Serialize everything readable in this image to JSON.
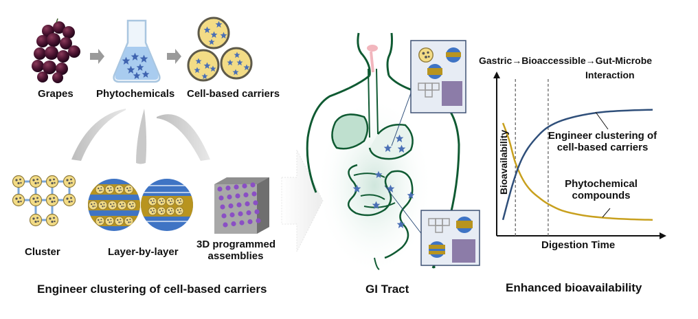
{
  "left_panel": {
    "top_labels": [
      "Grapes",
      "Phytochemicals",
      "Cell-based carriers"
    ],
    "bottom_labels": [
      "Cluster",
      "Layer-by-layer",
      "3D programmed assemblies"
    ],
    "bottom_label_lines": [
      "3D programmed",
      "assemblies"
    ],
    "caption": "Engineer clustering of cell-based carriers"
  },
  "middle_panel": {
    "caption": "GI Tract"
  },
  "right_panel": {
    "caption": "Enhanced bioavailability",
    "stage_header": "Gastric→Bioaccessible→Gut-Microbe",
    "stage_header_parts": [
      "Gastric",
      "Bioaccessible",
      "Gut-Microbe"
    ],
    "stage_header_line2": "Interaction",
    "annotation_carriers": [
      "Engineer clustering of",
      "cell-based carriers"
    ],
    "annotation_phyto": [
      "Phytochemical",
      "compounds"
    ]
  },
  "colors": {
    "carrier_curve": "#2f4f7a",
    "phyto_curve": "#c8a01e",
    "star": "#4a6fb5",
    "carrier_fill": "#f3dc86",
    "layer_blue": "#3f74c4",
    "layer_gold": "#b8941f",
    "gi_green": "#0f5a32",
    "cube_purple": "#8a4fc4"
  },
  "chart_data": {
    "type": "line",
    "title": "Gastric→Bioaccessible→Gut-Microbe Interaction",
    "xlabel": "Digestion Time",
    "ylabel": "Bioavailability",
    "x_ticks": [],
    "y_ticks": [],
    "grid": false,
    "stage_dividers_x": [
      0.12,
      0.33
    ],
    "stages": [
      "Gastric",
      "Bioaccessible",
      "Gut-Microbe Interaction"
    ],
    "xlim": [
      0,
      1
    ],
    "ylim": [
      0,
      1
    ],
    "series": [
      {
        "name": "Engineer clustering of cell-based carriers",
        "x": [
          0.04,
          0.1,
          0.15,
          0.2,
          0.27,
          0.33,
          0.42,
          0.55,
          0.7,
          0.85,
          1.0
        ],
        "y": [
          0.12,
          0.38,
          0.55,
          0.66,
          0.76,
          0.82,
          0.87,
          0.91,
          0.935,
          0.945,
          0.95
        ]
      },
      {
        "name": "Phytochemical compounds",
        "x": [
          0.04,
          0.08,
          0.12,
          0.17,
          0.22,
          0.28,
          0.33,
          0.42,
          0.55,
          0.7,
          0.85,
          1.0
        ],
        "y": [
          0.85,
          0.72,
          0.55,
          0.42,
          0.34,
          0.28,
          0.24,
          0.19,
          0.155,
          0.135,
          0.125,
          0.12
        ]
      }
    ]
  }
}
